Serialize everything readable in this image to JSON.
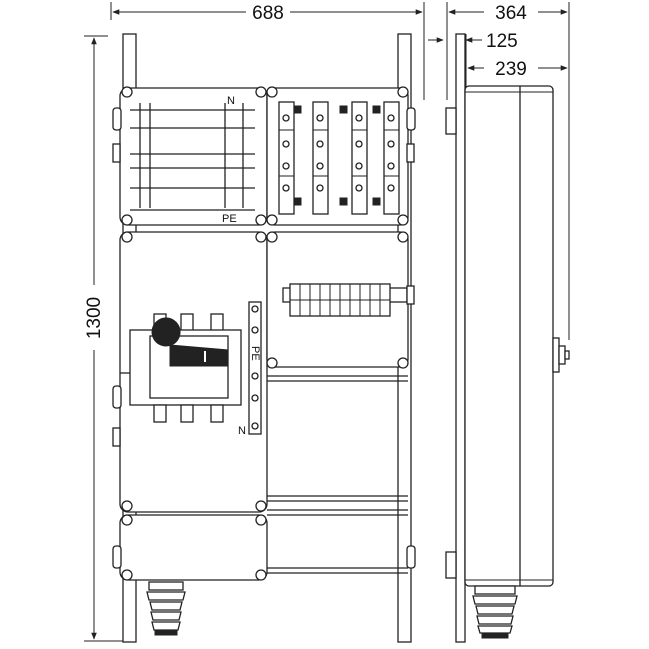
{
  "dimensions": {
    "width": "688",
    "height": "1300",
    "depth_total": "364",
    "depth_mount": "125",
    "depth_box": "239"
  },
  "labels": {
    "neutral_top": "N",
    "earth_top": "PE",
    "earth_bar": "PE",
    "neutral_bar": "N",
    "switch_on": "I"
  }
}
